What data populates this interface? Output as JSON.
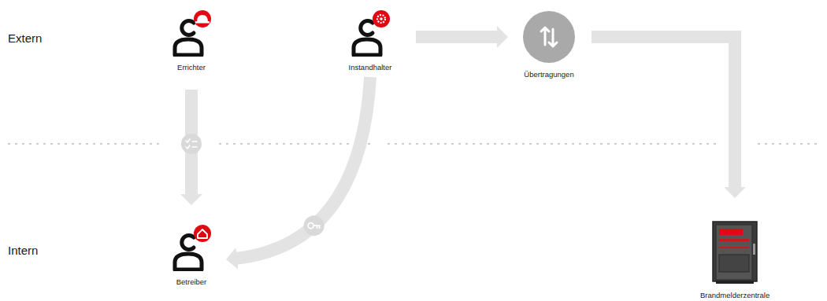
{
  "diagram": {
    "nodes": [
      {
        "text": [
          "Errichter"
        ]
      },
      {
        "text": [
          "Instandhalter"
        ]
      },
      {
        "text": [
          "Übertragungen"
        ]
      },
      {
        "text": [
          "Betreiber"
        ]
      },
      {
        "text": [
          "Brandmelderzentrale"
        ]
      }
    ],
    "edges": [
      {
        "from": 0,
        "to": 3,
        "arrow": "to"
      },
      {
        "from": 1,
        "to": 3,
        "arrow": "to"
      },
      {
        "from": 1,
        "to": 2,
        "arrow": "to"
      },
      {
        "from": 2,
        "to": 4,
        "arrow": "to"
      }
    ],
    "labels": [
      "Extern",
      "Intern"
    ]
  }
}
